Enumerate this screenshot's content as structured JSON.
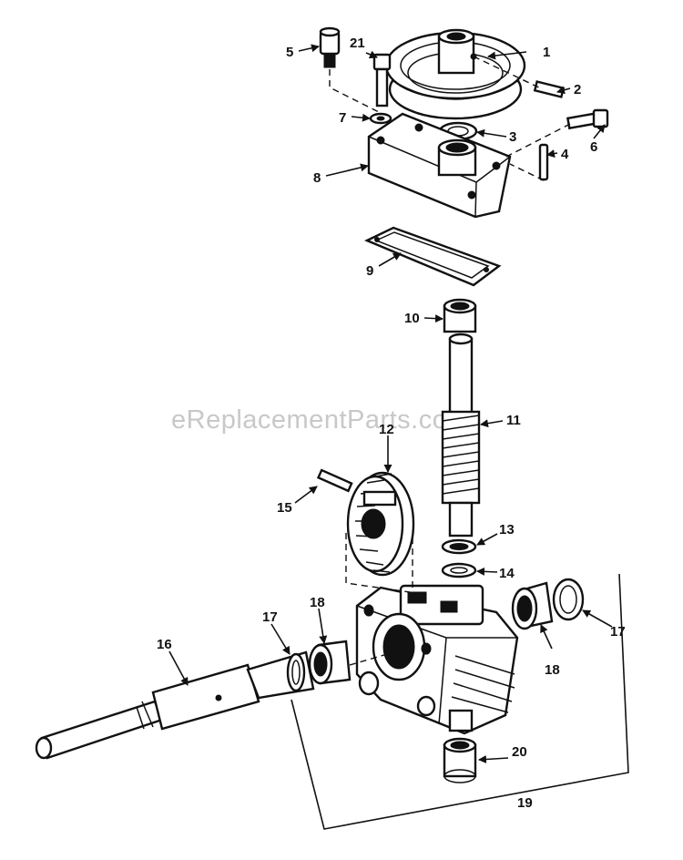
{
  "watermark": "eReplacementParts.com",
  "callouts": {
    "c1": "1",
    "c2": "2",
    "c3": "3",
    "c4": "4",
    "c5": "5",
    "c6": "6",
    "c7": "7",
    "c8": "8",
    "c9": "9",
    "c10": "10",
    "c11": "11",
    "c12": "12",
    "c13": "13",
    "c14": "14",
    "c15": "15",
    "c16": "16",
    "c17a": "17",
    "c17b": "17",
    "c18a": "18",
    "c18b": "18",
    "c19": "19",
    "c20": "20",
    "c21": "21"
  }
}
